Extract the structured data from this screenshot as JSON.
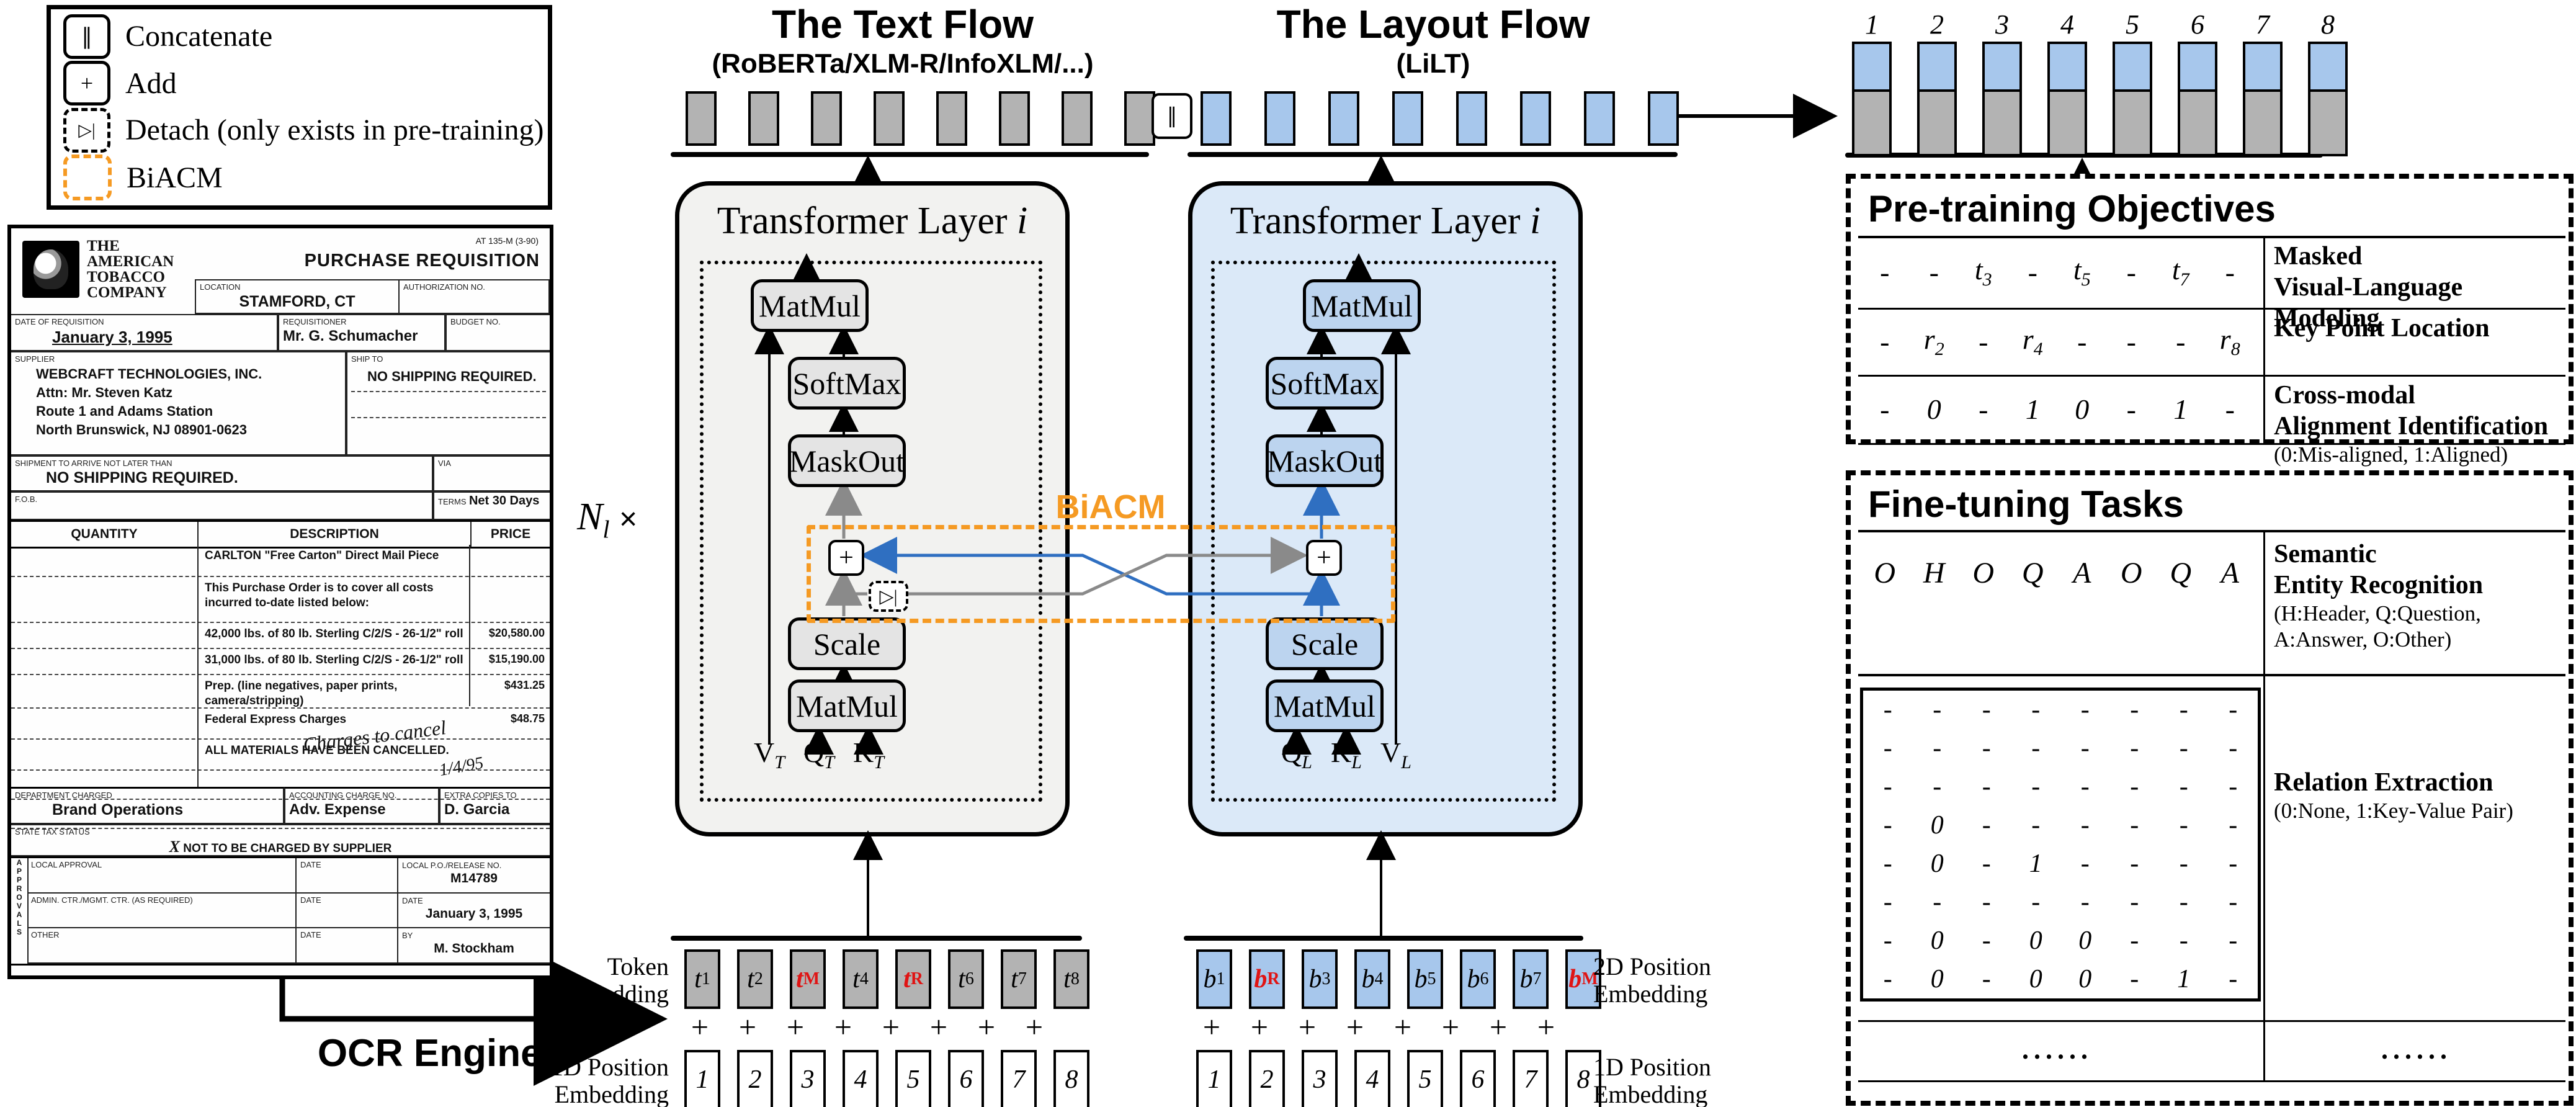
{
  "colors": {
    "accent_orange": "#f59a23",
    "wire_blue": "#2f6fc1",
    "wire_gray": "#8a8a8a",
    "box_gray": "#b3b3b3",
    "box_blue": "#a7c7ec",
    "block_gray": "#e4e4e4",
    "block_blue": "#bcd4ef",
    "container_gray": "#f2f2f0",
    "container_blue": "#dbe9f8",
    "token_red": "#e01414"
  },
  "legend": {
    "items": [
      {
        "icon": "∥",
        "label": "Concatenate",
        "style": "solid"
      },
      {
        "icon": "+",
        "label": "Add",
        "style": "solid"
      },
      {
        "icon": "▷|",
        "label": "Detach (only exists in pre-training)",
        "style": "dashed"
      },
      {
        "icon": "",
        "label": "BiACM",
        "style": "orange"
      }
    ]
  },
  "ocr_label": "OCR Engines",
  "loops": {
    "base": "N",
    "sub": "l",
    "times": "×"
  },
  "biacm_label": "BiACM",
  "concat_icon": "∥",
  "text_flow": {
    "title": "The Text Flow",
    "subtitle": "(RoBERTa/XLM-R/InfoXLM/...)",
    "layer_title": {
      "pre": "Transformer Layer ",
      "it": "i"
    },
    "blocks": {
      "matmul_top": "MatMul",
      "softmax": "SoftMax",
      "maskout": "MaskOut",
      "add": "+",
      "detach": "▷|",
      "scale": "Scale",
      "matmul_bot": "MatMul"
    },
    "inputs": [
      {
        "b": "V",
        "s": "T"
      },
      {
        "b": "Q",
        "s": "T"
      },
      {
        "b": "K",
        "s": "T"
      }
    ]
  },
  "layout_flow": {
    "title": "The Layout Flow",
    "subtitle": "(LiLT)",
    "layer_title": {
      "pre": "Transformer Layer ",
      "it": "i"
    },
    "blocks": {
      "matmul_top": "MatMul",
      "softmax": "SoftMax",
      "maskout": "MaskOut",
      "add": "+",
      "scale": "Scale",
      "matmul_bot": "MatMul"
    },
    "inputs": [
      {
        "b": "Q",
        "s": "L"
      },
      {
        "b": "K",
        "s": "L"
      },
      {
        "b": "V",
        "s": "L"
      }
    ]
  },
  "output_stack": {
    "indices": [
      "1",
      "2",
      "3",
      "4",
      "5",
      "6",
      "7",
      "8"
    ]
  },
  "embeddings": {
    "plus": "+",
    "token_label_lines": [
      "Token",
      "Embedding"
    ],
    "pos1d_left_lines": [
      "1D Position",
      "Embedding"
    ],
    "pos2d_right_lines": [
      "2D Position",
      "Embedding"
    ],
    "pos1d_right_lines": [
      "1D Position",
      "Embedding"
    ],
    "text_tokens": [
      {
        "b": "t",
        "s": "1"
      },
      {
        "b": "t",
        "s": "2"
      },
      {
        "b": "t",
        "s": "M",
        "red": true
      },
      {
        "b": "t",
        "s": "4"
      },
      {
        "b": "t",
        "s": "R",
        "red": true
      },
      {
        "b": "t",
        "s": "6"
      },
      {
        "b": "t",
        "s": "7"
      },
      {
        "b": "t",
        "s": "8"
      }
    ],
    "layout_tokens": [
      {
        "b": "b",
        "s": "1"
      },
      {
        "b": "b",
        "s": "R",
        "red": true
      },
      {
        "b": "b",
        "s": "3"
      },
      {
        "b": "b",
        "s": "4"
      },
      {
        "b": "b",
        "s": "5"
      },
      {
        "b": "b",
        "s": "6"
      },
      {
        "b": "b",
        "s": "7"
      },
      {
        "b": "b",
        "s": "M",
        "red": true
      }
    ],
    "positions": [
      "1",
      "2",
      "3",
      "4",
      "5",
      "6",
      "7",
      "8"
    ]
  },
  "pretraining": {
    "title": "Pre-training Objectives",
    "rows": [
      {
        "cells": [
          {
            "b": "-"
          },
          {
            "b": "-"
          },
          {
            "b": "t",
            "s": "3"
          },
          {
            "b": "-"
          },
          {
            "b": "t",
            "s": "5"
          },
          {
            "b": "-"
          },
          {
            "b": "t",
            "s": "7"
          },
          {
            "b": "-"
          }
        ],
        "label_lines": [
          "Masked",
          "Visual-Language Modeling"
        ],
        "note_lines": []
      },
      {
        "cells": [
          {
            "b": "-"
          },
          {
            "b": "r",
            "s": "2"
          },
          {
            "b": "-"
          },
          {
            "b": "r",
            "s": "4"
          },
          {
            "b": "-"
          },
          {
            "b": "-"
          },
          {
            "b": "-"
          },
          {
            "b": "r",
            "s": "8"
          }
        ],
        "label_lines": [
          "Key Point Location"
        ],
        "note_lines": []
      },
      {
        "cells": [
          {
            "b": "-"
          },
          {
            "b": "0"
          },
          {
            "b": "-"
          },
          {
            "b": "1"
          },
          {
            "b": "0"
          },
          {
            "b": "-"
          },
          {
            "b": "1"
          },
          {
            "b": "-"
          }
        ],
        "label_lines": [
          "Cross-modal",
          "Alignment Identification"
        ],
        "note_lines": [
          "(0:Mis-aligned, 1:Aligned)"
        ]
      }
    ]
  },
  "finetuning": {
    "title": "Fine-tuning Tasks",
    "ser": {
      "cells": [
        "O",
        "H",
        "O",
        "Q",
        "A",
        "O",
        "Q",
        "A"
      ],
      "label_lines": [
        "Semantic",
        "Entity Recognition"
      ],
      "note_lines": [
        "(H:Header, Q:Question,",
        " A:Answer, O:Other)"
      ]
    },
    "re": {
      "grid": [
        [
          "-",
          "-",
          "-",
          "-",
          "-",
          "-",
          "-",
          "-"
        ],
        [
          "-",
          "-",
          "-",
          "-",
          "-",
          "-",
          "-",
          "-"
        ],
        [
          "-",
          "-",
          "-",
          "-",
          "-",
          "-",
          "-",
          "-"
        ],
        [
          "-",
          "0",
          "-",
          "-",
          "-",
          "-",
          "-",
          "-"
        ],
        [
          "-",
          "0",
          "-",
          "1",
          "-",
          "-",
          "-",
          "-"
        ],
        [
          "-",
          "-",
          "-",
          "-",
          "-",
          "-",
          "-",
          "-"
        ],
        [
          "-",
          "0",
          "-",
          "0",
          "0",
          "-",
          "-",
          "-"
        ],
        [
          "-",
          "0",
          "-",
          "0",
          "0",
          "-",
          "1",
          "-"
        ]
      ],
      "label_lines": [
        "Relation Extraction"
      ],
      "note_lines": [
        "(0:None, 1:Key-Value Pair)"
      ]
    },
    "dots_left": "......",
    "dots_right": "......"
  },
  "document": {
    "form_no": "AT 135-M (3-90)",
    "title": "PURCHASE REQUISITION",
    "company_lines": [
      "THE",
      "AMERICAN",
      "TOBACCO",
      "COMPANY"
    ],
    "location_label": "LOCATION",
    "location": "STAMFORD, CT",
    "auth_label": "AUTHORIZATION NO.",
    "date_label": "DATE OF REQUISITION",
    "date": "January 3, 1995",
    "req_label": "REQUISITIONER",
    "requisitioner": "Mr. G. Schumacher",
    "budget_label": "BUDGET NO.",
    "supplier_label": "SUPPLIER",
    "supplier_lines": [
      "WEBCRAFT TECHNOLOGIES, INC.",
      "Attn: Mr. Steven Katz",
      "Route 1 and Adams Station",
      "North Brunswick, NJ 08901-0623"
    ],
    "shipto_label": "SHIP TO",
    "shipto": "NO SHIPPING REQUIRED.",
    "arrive_label": "SHIPMENT TO ARRIVE NOT LATER THAN",
    "arrive": "NO SHIPPING REQUIRED.",
    "via_label": "VIA",
    "fob_label": "F.O.B.",
    "terms_label": "TERMS",
    "terms": "Net 30 Days",
    "table": {
      "headers": [
        "QUANTITY",
        "DESCRIPTION",
        "PRICE"
      ],
      "rows": [
        {
          "desc": "CARLTON \"Free Carton\" Direct Mail Piece",
          "price": ""
        },
        {
          "desc": "This Purchase Order is to cover all costs incurred to-date listed below:",
          "price": ""
        },
        {
          "desc": "42,000 lbs. of 80 lb. Sterling C/2/S - 26-1/2\" roll",
          "price": "$20,580.00"
        },
        {
          "desc": "31,000 lbs. of 80 lb. Sterling C/2/S - 26-1/2\" roll",
          "price": "$15,190.00"
        },
        {
          "desc": "Prep. (line negatives, paper prints, camera/stripping)",
          "price": "$431.25"
        },
        {
          "desc": "Federal Express Charges",
          "price": "$48.75"
        },
        {
          "desc": "ALL MATERIALS HAVE BEEN CANCELLED.",
          "price": ""
        }
      ]
    },
    "handwriting": "Charges to cancel",
    "handwriting2": "1/4/95",
    "dept_label": "DEPARTMENT CHARGED",
    "dept": "Brand Operations",
    "acct_label": "ACCOUNTING CHARGE NO.",
    "acct": "Adv. Expense",
    "extra_label": "EXTRA COPIES TO",
    "extra": "D. Garcia",
    "tax_label": "STATE TAX STATUS",
    "tax_mark": "X",
    "tax_value": "NOT TO BE CHARGED BY SUPPLIER",
    "approvals_label": "APPROVALS",
    "approval_rows": [
      {
        "c1": "LOCAL APPROVAL",
        "c2": "DATE",
        "c3": "LOCAL P.O./RELEASE NO.",
        "v3": "M14789"
      },
      {
        "c1": "ADMIN. CTR./MGMT. CTR. (AS REQUIRED)",
        "c2": "DATE",
        "c3": "DATE",
        "v3": "January 3, 1995"
      },
      {
        "c1": "OTHER",
        "c2": "DATE",
        "c3": "BY",
        "v3": "M. Stockham"
      }
    ]
  }
}
